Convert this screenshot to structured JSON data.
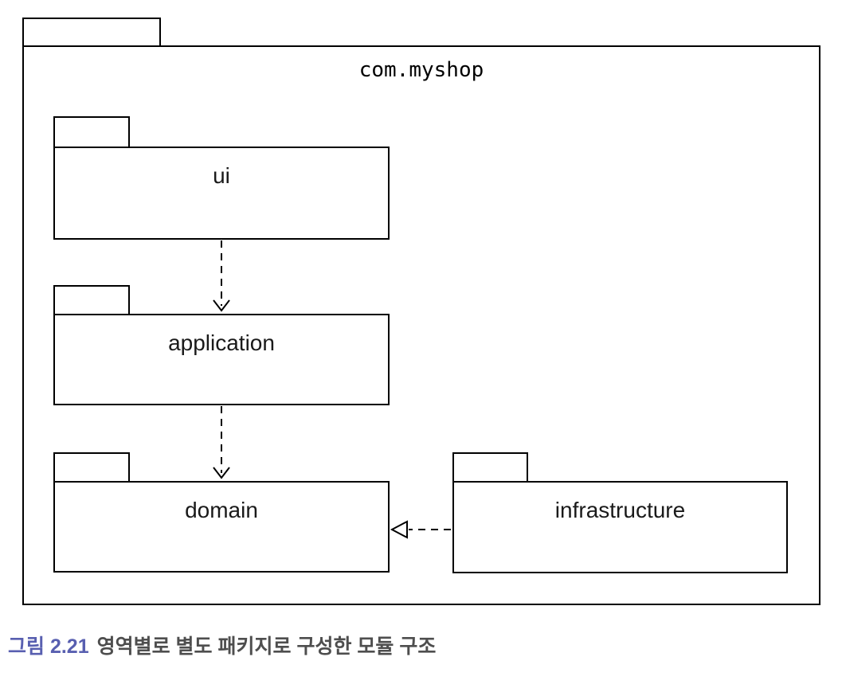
{
  "diagram": {
    "type": "uml-package-diagram",
    "outer_package": {
      "name": "com.myshop"
    },
    "packages": [
      {
        "id": "ui",
        "label": "ui"
      },
      {
        "id": "application",
        "label": "application"
      },
      {
        "id": "domain",
        "label": "domain"
      },
      {
        "id": "infrastructure",
        "label": "infrastructure"
      }
    ],
    "dependencies": [
      {
        "from": "ui",
        "to": "application",
        "line": "dashed",
        "head": "open-arrow"
      },
      {
        "from": "application",
        "to": "domain",
        "line": "dashed",
        "head": "open-arrow"
      },
      {
        "from": "infrastructure",
        "to": "domain",
        "line": "dashed",
        "head": "hollow-triangle"
      }
    ]
  },
  "caption": {
    "figure_label": "그림 2.21",
    "text": "영역별로 별도 패키지로 구성한 모듈 구조"
  },
  "colors": {
    "line": "#000000",
    "caption_label": "#585fb0",
    "caption_text": "#4e4e4e",
    "background": "#ffffff"
  }
}
